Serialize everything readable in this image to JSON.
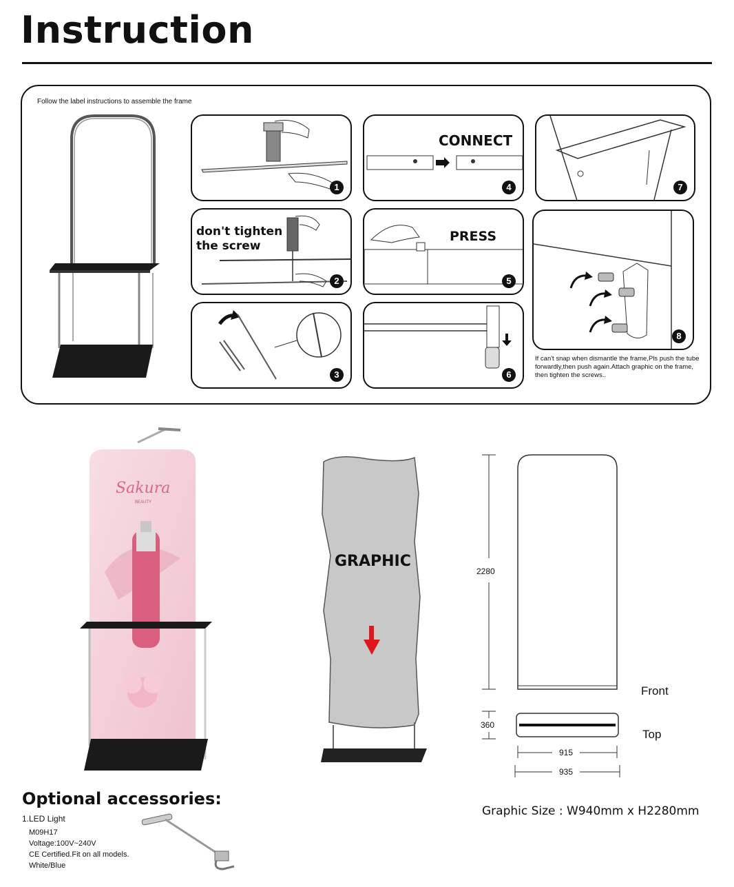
{
  "page": {
    "title": "Instruction"
  },
  "instructions": {
    "intro": "Follow the label instructions to assemble the frame",
    "steps": [
      {
        "number": "1",
        "label": ""
      },
      {
        "number": "2",
        "label": "don't tighten the screw"
      },
      {
        "number": "3",
        "label": ""
      },
      {
        "number": "4",
        "label": "CONNECT"
      },
      {
        "number": "5",
        "label": "PRESS"
      },
      {
        "number": "6",
        "label": ""
      },
      {
        "number": "7",
        "label": ""
      },
      {
        "number": "8",
        "label": ""
      }
    ],
    "step2_line1": "don't tighten",
    "step2_line2": "the screw",
    "note": "If can't snap when dismantle the frame,Pls push the tube forwardly,then push again.Attach graphic on the frame, then tighten the screws.."
  },
  "product": {
    "brand": "Sakura",
    "brand_sub": "BEAUTY"
  },
  "graphic": {
    "label": "GRAPHIC",
    "arrow_color": "#e0161a",
    "fabric_color": "#c8c8c8"
  },
  "dimensions": {
    "height": "2280",
    "depth": "360",
    "width_inner": "915",
    "width_outer": "935",
    "front_label": "Front",
    "top_label": "Top",
    "graphic_size": "Graphic Size : W940mm x H2280mm"
  },
  "accessories": {
    "title": "Optional accessories:",
    "item": "1.LED Light",
    "specs": [
      "M09H17",
      "Voltage:100V~240V",
      "CE Certified.Fit on all models.",
      "White/Blue"
    ]
  }
}
